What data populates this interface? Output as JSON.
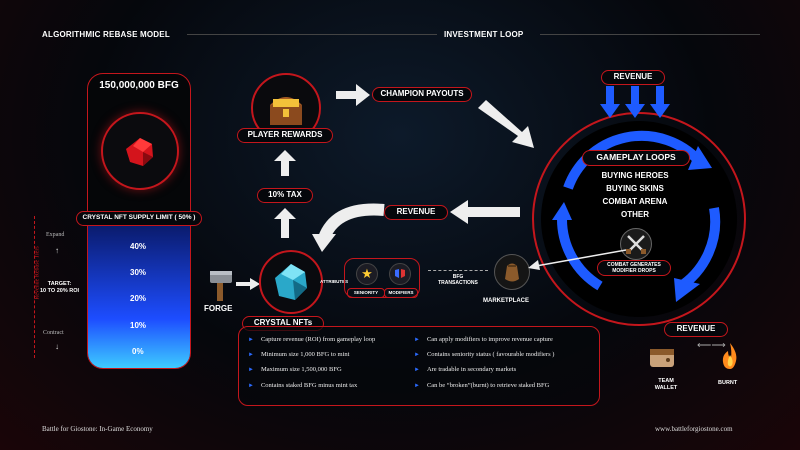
{
  "headers": {
    "left": "ALGORITHMIC REBASE MODEL",
    "right": "INVESTMENT LOOP"
  },
  "rebase": {
    "supply": "150,000,000 BFG",
    "supply_limit": "CRYSTAL NFT SUPPLY LIMIT ( 50% )",
    "ticks": [
      "40%",
      "30%",
      "20%",
      "10%",
      "0%"
    ],
    "expand": "Expand",
    "contract": "Contract",
    "target": "TARGET:\n10 TO 20% ROI",
    "vertical_label": "Revenue Rebase Tiers"
  },
  "flow": {
    "player_rewards": "PLAYER REWARDS",
    "champion_payouts": "CHAMPION PAYOUTS",
    "tax": "10% TAX",
    "revenue_top": "REVENUE",
    "revenue_mid": "REVENUE",
    "revenue_bottom": "REVENUE",
    "forge": "FORGE",
    "crystal_nfts": "CRYSTAL NFTs",
    "attributes": "ATTRIBUTES",
    "seniority": "SENIORITY",
    "modifiers": "MODIFIERS",
    "bfg_transactions": "BFG\nTRANSACTIONS",
    "marketplace": "MARKETPLACE",
    "combat_generates": "COMBAT GENERATES\nMODIFIER DROPS",
    "team_wallet": "TEAM\nWALLET",
    "burnt": "BURNT"
  },
  "gameplay": {
    "title": "GAMEPLAY LOOPS",
    "items": [
      "BUYING HEROES",
      "BUYING SKINS",
      "COMBAT ARENA",
      "OTHER"
    ]
  },
  "crystal_bullets": {
    "left": [
      "Capture revenue (ROI) from gameplay loop",
      "Minimum size 1,000 BFG to mint",
      "Maximum size 1,500,000 BFG",
      "Contains staked BFG minus mint tax"
    ],
    "right": [
      "Can apply modifiers to improve revenue capture",
      "Contains seniority status ( favourable modifiers )",
      "Are tradable in secondary markets",
      "Can be “broken”(burnt) to retrieve staked BFG"
    ]
  },
  "footer": {
    "left": "Battle for Giostone: In-Game Economy",
    "right": "www.battleforgiostone.com"
  },
  "colors": {
    "accent_red": "#c4161c",
    "accent_blue": "#1e5bff"
  }
}
